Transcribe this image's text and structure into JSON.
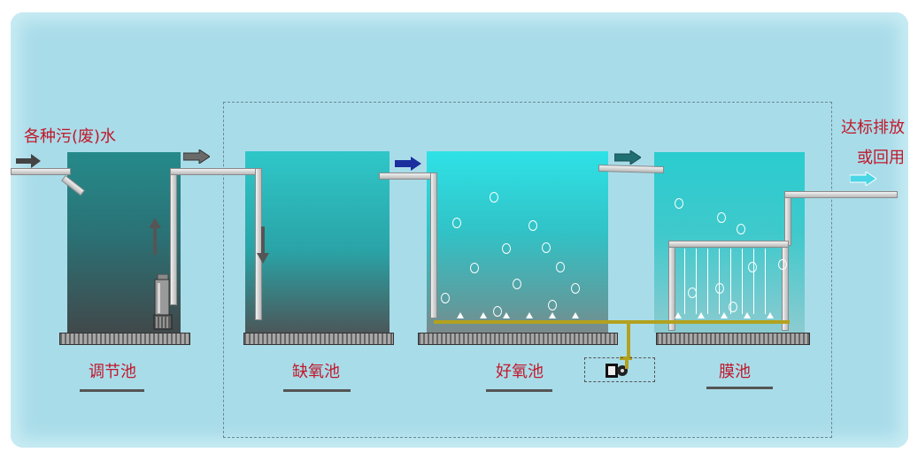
{
  "inlet": {
    "label": "各种污(废)水"
  },
  "outlet": {
    "label_line1": "达标排放",
    "label_line2": "或回用"
  },
  "tanks": [
    {
      "label": "调节池"
    },
    {
      "label": "缺氧池"
    },
    {
      "label": "好氧池"
    },
    {
      "label": "膜池"
    }
  ],
  "icons": {
    "submersible_pump": "submersible-pump-icon",
    "blower": "blower-icon",
    "flow_arrow": "arrow-right-icon"
  },
  "colors": {
    "background": "#a9dce9",
    "label_text": "#c0182b",
    "air_line": "#b3a21f",
    "arrow_dark": "#444444",
    "arrow_blue": "#1b2f9e",
    "arrow_teal": "#1f6f73",
    "arrow_outlet": "#49d6e6"
  }
}
